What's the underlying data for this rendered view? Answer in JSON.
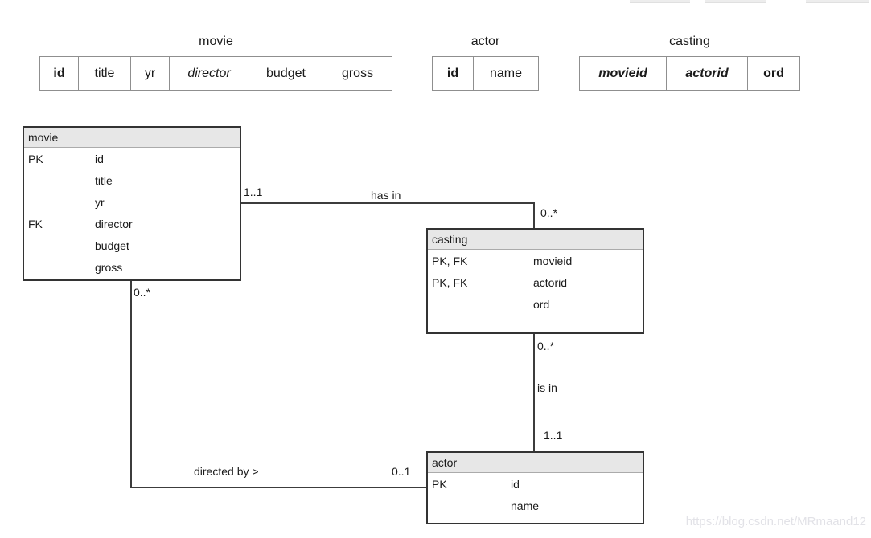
{
  "watermark": {
    "text": "https://blog.csdn.net/MRmaand12",
    "color": "#e2e2e7"
  },
  "schema_tables": [
    {
      "title": "movie",
      "columns": [
        {
          "label": "id",
          "style": "bold"
        },
        {
          "label": "title",
          "style": "normal"
        },
        {
          "label": "yr",
          "style": "normal"
        },
        {
          "label": "director",
          "style": "italic"
        },
        {
          "label": "budget",
          "style": "normal"
        },
        {
          "label": "gross",
          "style": "normal"
        }
      ]
    },
    {
      "title": "actor",
      "columns": [
        {
          "label": "id",
          "style": "bold"
        },
        {
          "label": "name",
          "style": "normal"
        }
      ]
    },
    {
      "title": "casting",
      "columns": [
        {
          "label": "movieid",
          "style": "bold-italic"
        },
        {
          "label": "actorid",
          "style": "bold-italic"
        },
        {
          "label": "ord",
          "style": "bold"
        }
      ]
    }
  ],
  "entities": [
    {
      "name": "movie",
      "attributes": [
        {
          "key": "PK",
          "name": "id"
        },
        {
          "key": "",
          "name": "title"
        },
        {
          "key": "",
          "name": "yr"
        },
        {
          "key": "FK",
          "name": "director"
        },
        {
          "key": "",
          "name": "budget"
        },
        {
          "key": "",
          "name": "gross"
        }
      ]
    },
    {
      "name": "casting",
      "attributes": [
        {
          "key": "PK, FK",
          "name": "movieid"
        },
        {
          "key": "PK, FK",
          "name": "actorid"
        },
        {
          "key": "",
          "name": "ord"
        }
      ]
    },
    {
      "name": "actor",
      "attributes": [
        {
          "key": "PK",
          "name": "id"
        },
        {
          "key": "",
          "name": "name"
        }
      ]
    }
  ],
  "relationships": [
    {
      "label": "has in",
      "from_entity": "movie",
      "to_entity": "casting",
      "from_cardinality": "1..1",
      "to_cardinality": "0..*"
    },
    {
      "label": "is in",
      "from_entity": "casting",
      "to_entity": "actor",
      "from_cardinality": "0..*",
      "to_cardinality": "1..1"
    },
    {
      "label": "directed by >",
      "from_entity": "movie",
      "to_entity": "actor",
      "from_cardinality": "0..*",
      "to_cardinality": "0..1"
    }
  ],
  "colors": {
    "entity_border": "#333333",
    "entity_header_bg": "#e7e7e7",
    "schema_table_border": "#8f8f8f",
    "relationship_line": "#3c3c3c",
    "text": "#1a1a1a",
    "watermark": "#e2e2e7",
    "top_fragment_bg": "#ededed"
  }
}
